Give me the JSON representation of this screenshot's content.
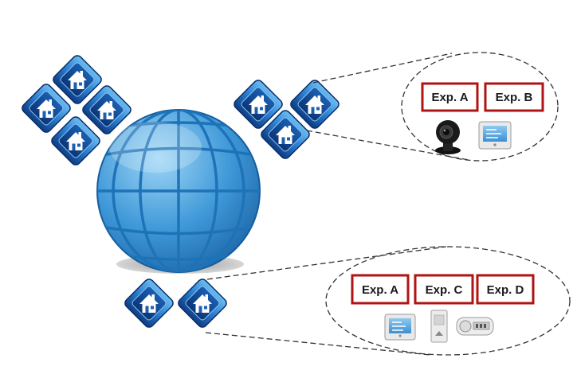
{
  "colors": {
    "house_tile_dark": "#0f3f86",
    "house_tile_light": "#5fb3ee",
    "globe_dark": "#1a6fb0",
    "globe_light": "#7cc4f0",
    "globe_grid": "#1e73b8",
    "experiment_border": "#b01313",
    "connector": "#333333"
  },
  "clusters": [
    {
      "name": "left-house-cluster",
      "houses": 4,
      "connected": false
    },
    {
      "name": "top-right-house-cluster",
      "houses": 3,
      "connected": true,
      "experiments": [
        "Exp. A",
        "Exp. B"
      ],
      "devices": [
        "camera-icon",
        "thermostat-icon"
      ]
    },
    {
      "name": "bottom-house-cluster",
      "houses": 2,
      "connected": true,
      "experiments": [
        "Exp. A",
        "Exp. C",
        "Exp. D"
      ],
      "devices": [
        "thermostat-icon",
        "light-switch-icon",
        "power-meter-icon"
      ]
    }
  ]
}
